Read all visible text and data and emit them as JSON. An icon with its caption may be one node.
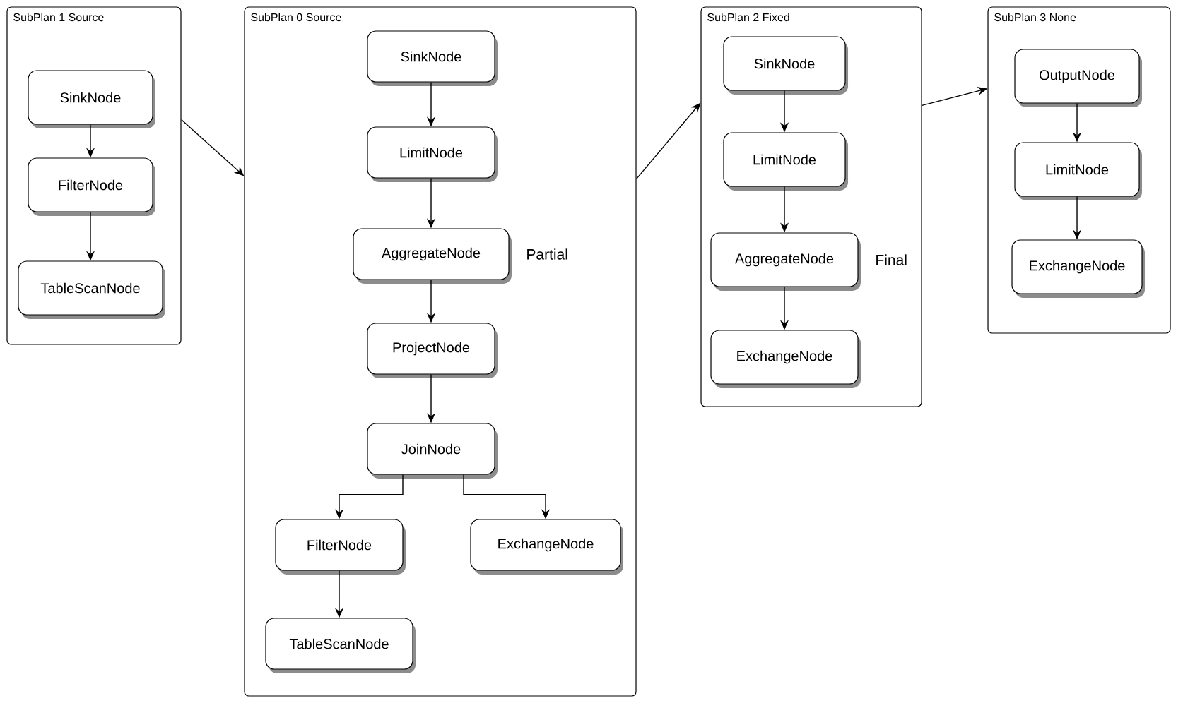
{
  "diagram": {
    "nodes": [
      {
        "text": [
          "SubPlan 1 Source"
        ]
      },
      {
        "text": [
          "SinkNode"
        ],
        "in": 0
      },
      {
        "text": [
          "FilterNode"
        ],
        "in": 0
      },
      {
        "text": [
          "TableScanNode"
        ],
        "in": 0
      },
      {
        "text": [
          "SubPlan 0 Source"
        ]
      },
      {
        "text": [
          "SinkNode"
        ],
        "in": 4
      },
      {
        "text": [
          "LimitNode"
        ],
        "in": 4
      },
      {
        "text": [
          "AggregateNode"
        ],
        "in": 4,
        "beside": [
          "Partial"
        ]
      },
      {
        "text": [
          "ProjectNode"
        ],
        "in": 4
      },
      {
        "text": [
          "JoinNode"
        ],
        "in": 4
      },
      {
        "text": [
          "FilterNode"
        ],
        "in": 4
      },
      {
        "text": [
          "ExchangeNode"
        ],
        "in": 4
      },
      {
        "text": [
          "TableScanNode"
        ],
        "in": 4
      },
      {
        "text": [
          "SubPlan 2 Fixed"
        ]
      },
      {
        "text": [
          "SinkNode"
        ],
        "in": 13
      },
      {
        "text": [
          "LimitNode"
        ],
        "in": 13
      },
      {
        "text": [
          "AggregateNode"
        ],
        "in": 13,
        "beside": [
          "Final"
        ]
      },
      {
        "text": [
          "ExchangeNode"
        ],
        "in": 13
      },
      {
        "text": [
          "SubPlan 3 None"
        ]
      },
      {
        "text": [
          "OutputNode"
        ],
        "in": 18
      },
      {
        "text": [
          "LimitNode"
        ],
        "in": 18
      },
      {
        "text": [
          "ExchangeNode"
        ],
        "in": 18
      }
    ],
    "edges": [
      {
        "from": 1,
        "to": 2,
        "arrow": "to"
      },
      {
        "from": 2,
        "to": 3,
        "arrow": "to"
      },
      {
        "from": 0,
        "to": 4,
        "arrow": "to"
      },
      {
        "from": 5,
        "to": 6,
        "arrow": "to"
      },
      {
        "from": 6,
        "to": 7,
        "arrow": "to"
      },
      {
        "from": 7,
        "to": 8,
        "arrow": "to"
      },
      {
        "from": 8,
        "to": 9,
        "arrow": "to"
      },
      {
        "from": 9,
        "to": 10,
        "arrow": "to"
      },
      {
        "from": 9,
        "to": 11,
        "arrow": "to"
      },
      {
        "from": 10,
        "to": 12,
        "arrow": "to"
      },
      {
        "from": 4,
        "to": 13,
        "arrow": "to"
      },
      {
        "from": 14,
        "to": 15,
        "arrow": "to"
      },
      {
        "from": 15,
        "to": 16,
        "arrow": "to"
      },
      {
        "from": 16,
        "to": 17,
        "arrow": "to"
      },
      {
        "from": 13,
        "to": 18,
        "arrow": "to"
      },
      {
        "from": 19,
        "to": 20,
        "arrow": "to"
      },
      {
        "from": 20,
        "to": 21,
        "arrow": "to"
      }
    ]
  }
}
